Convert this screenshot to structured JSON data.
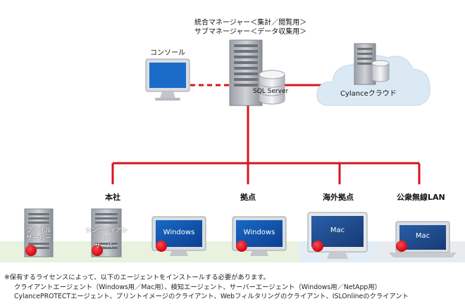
{
  "top_labels": {
    "line1": "統合マネージャー＜集計／閲覧用＞",
    "line2": "サブマネージャー＜データ収集用＞"
  },
  "console_label": "コンソール",
  "sql_label": "SQL Server",
  "cloud_label": "Cylanceクラウド",
  "sites": {
    "honsha": "本社",
    "kyoten": "拠点",
    "kaigai": "海外拠点",
    "lan": "公衆無線LAN"
  },
  "devices": {
    "file_server_l1": "ファイル",
    "file_server_l2": "サーバー",
    "sync_client_l1": "シンクライアント",
    "sync_client_l2": "サーバー",
    "windows1": "Windows",
    "windows2": "Windows",
    "mac1": "Mac",
    "mac2": "Mac"
  },
  "note": {
    "line1": "※保有するライセンスによって、以下のエージェントをインストールする必要があります。",
    "line2": "クライアントエージェント（Windows用／Mac用）、検知エージェント、サーバーエージェント（Windows用／NetApp用）",
    "line3": "CylancePROTECTエージェント、プリントイメージのクライアント、Webフィルタリングのクライアント、ISLOnlineのクライアント"
  },
  "colors": {
    "line": "#d8141e",
    "agent": "#e0111c",
    "cloud": "#dbe9f4"
  }
}
